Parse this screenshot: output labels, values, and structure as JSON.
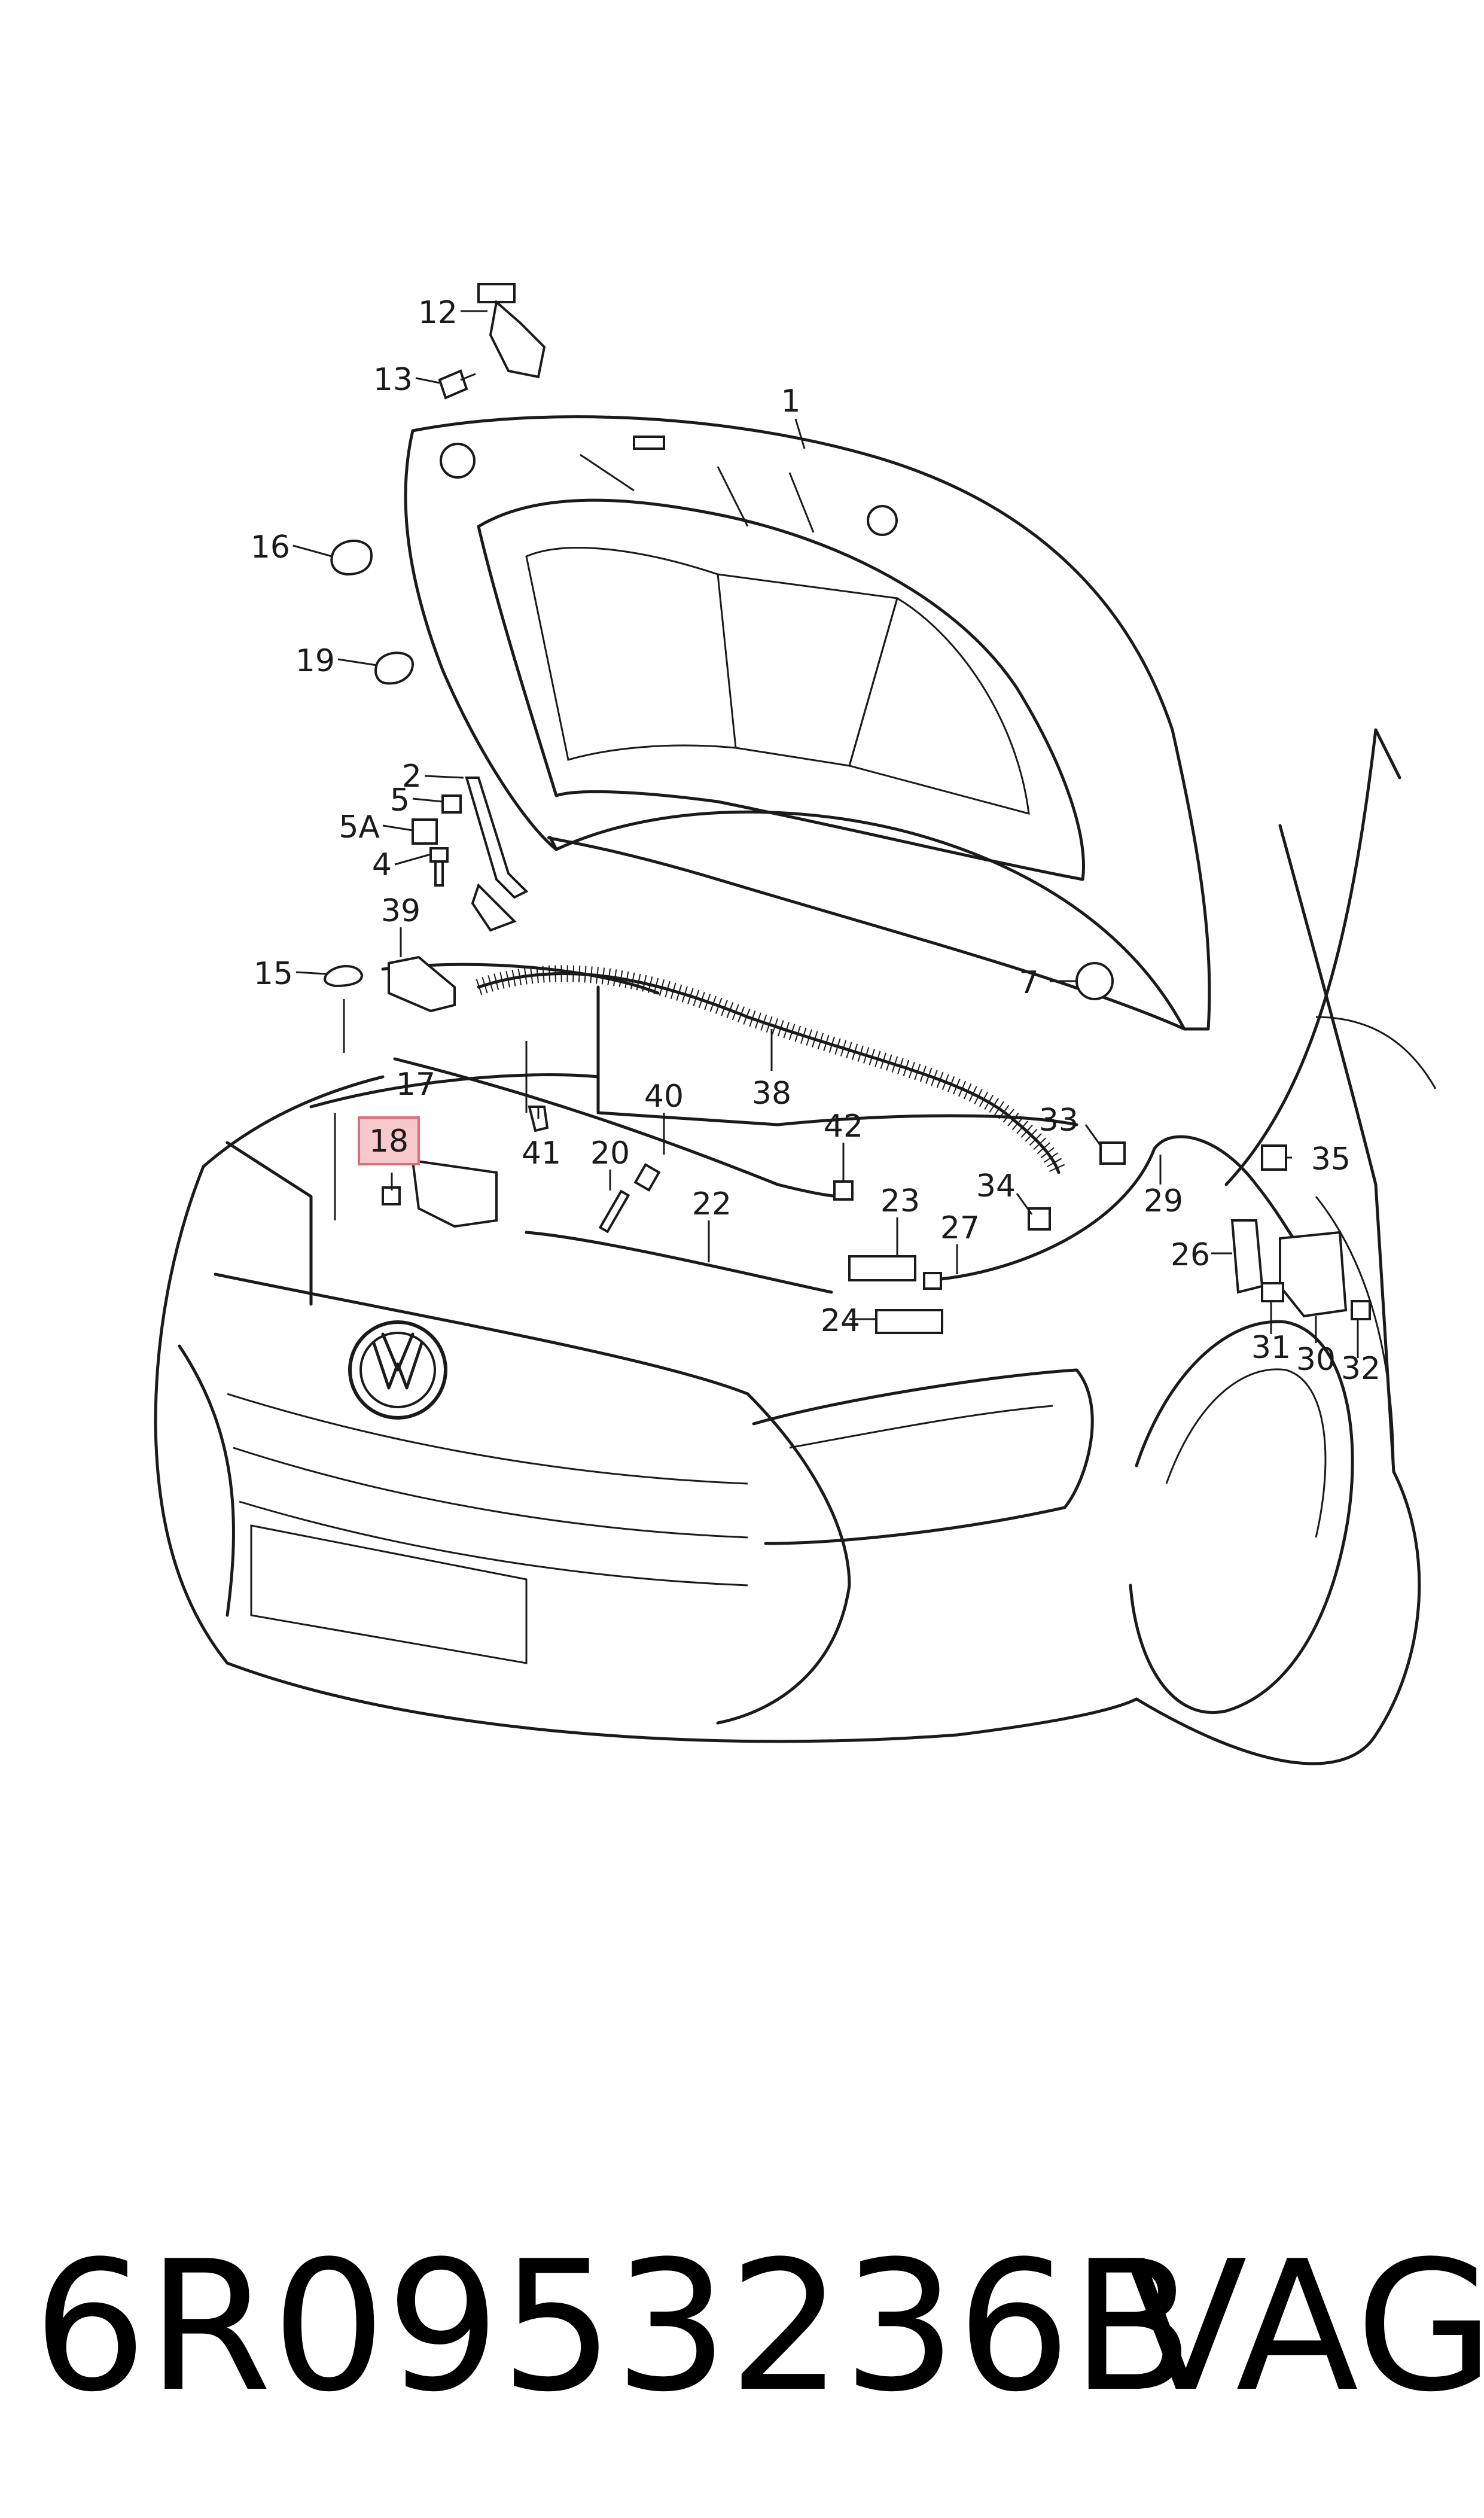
{
  "diagram": {
    "callouts": [
      "1",
      "2",
      "5",
      "5A",
      "4",
      "12",
      "13",
      "16",
      "19",
      "39",
      "15",
      "17",
      "40",
      "38",
      "42",
      "41",
      "20",
      "22",
      "23",
      "24",
      "27",
      "33",
      "34",
      "29",
      "35",
      "26",
      "31",
      "30",
      "32",
      "7",
      "18"
    ],
    "highlighted_callout": "18",
    "highlight_color": "#f7c9cc",
    "highlight_border": "#e36b73"
  },
  "caption": {
    "part_number": "6R0953236B",
    "brand": "VAG"
  }
}
